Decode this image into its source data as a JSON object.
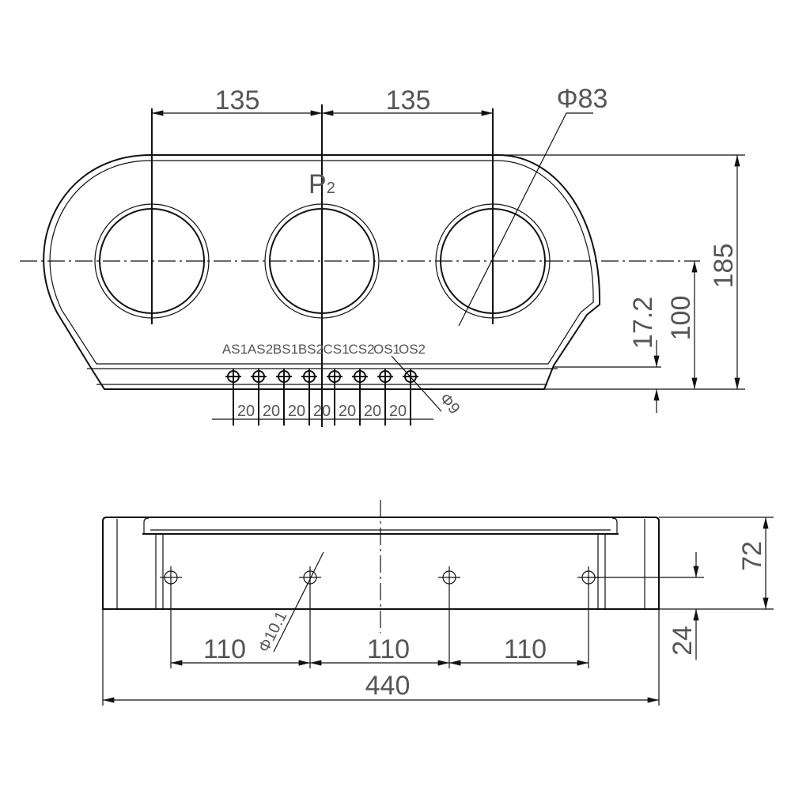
{
  "top_view": {
    "center_spacing_left": "135",
    "center_spacing_right": "135",
    "hole_diameter": "Φ83",
    "phase_label": "P",
    "phase_subscript": "2",
    "terminal_labels": [
      "AS1",
      "AS2",
      "BS1",
      "BS2",
      "CS1",
      "CS2",
      "OS1",
      "OS2"
    ],
    "terminal_pitch": [
      "20",
      "20",
      "20",
      "20",
      "20",
      "20",
      "20"
    ],
    "terminal_hole_diameter": "Φ9",
    "height_overall": "185",
    "height_to_center": "100",
    "lip_height": "17.2"
  },
  "front_view": {
    "hole_spacing": [
      "110",
      "110",
      "110"
    ],
    "hole_diameter": "Φ10.1",
    "overall_length": "440",
    "overall_height": "72",
    "hole_height": "24"
  }
}
